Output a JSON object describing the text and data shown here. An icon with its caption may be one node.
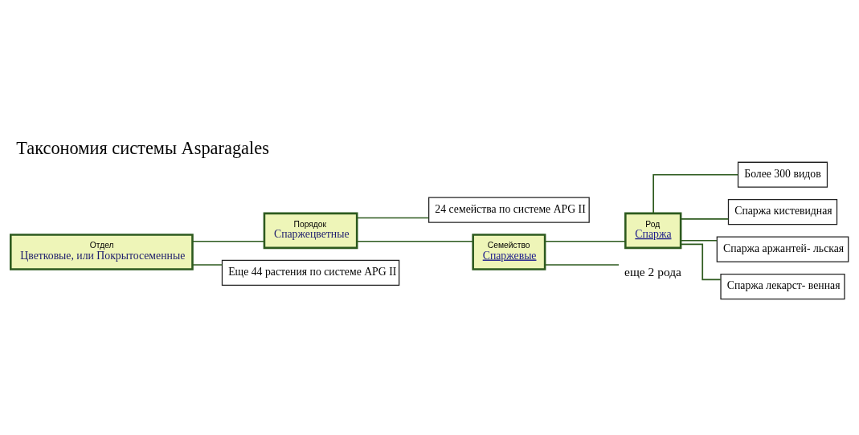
{
  "diagram": {
    "title": "Таксономия системы Asparagales",
    "nodes": [
      {
        "text": [
          "Отдел",
          "Цветковые, или Покрытосеменные"
        ]
      },
      {
        "text": [
          "Порядок",
          "Спаржецветные"
        ]
      },
      {
        "text": [
          "Еще 44 растения по системе APG II"
        ]
      },
      {
        "text": [
          "24 семейства по системе APG II"
        ]
      },
      {
        "text": [
          "Семейство",
          "Спаржевые"
        ]
      },
      {
        "text": [
          "Род",
          "Спаржа"
        ]
      },
      {
        "text": [
          "еще 2 рода"
        ]
      },
      {
        "text": [
          "Более 300 видов"
        ]
      },
      {
        "text": [
          "Спаржа кистевидная"
        ]
      },
      {
        "text": [
          "Спаржа аржантей- льская"
        ]
      },
      {
        "text": [
          "Спаржа лекарст- венная"
        ]
      }
    ],
    "edges": [
      {
        "from": 0,
        "to": 1,
        "arrow": "none"
      },
      {
        "from": 0,
        "to": 2,
        "arrow": "none"
      },
      {
        "from": 1,
        "to": 3,
        "arrow": "none"
      },
      {
        "from": 1,
        "to": 4,
        "arrow": "none"
      },
      {
        "from": 4,
        "to": 5,
        "arrow": "none"
      },
      {
        "from": 4,
        "to": 6,
        "arrow": "none"
      },
      {
        "from": 5,
        "to": 7,
        "arrow": "none"
      },
      {
        "from": 5,
        "to": 8,
        "arrow": "none"
      },
      {
        "from": 5,
        "to": 9,
        "arrow": "none"
      },
      {
        "from": 5,
        "to": 10,
        "arrow": "none"
      }
    ]
  }
}
